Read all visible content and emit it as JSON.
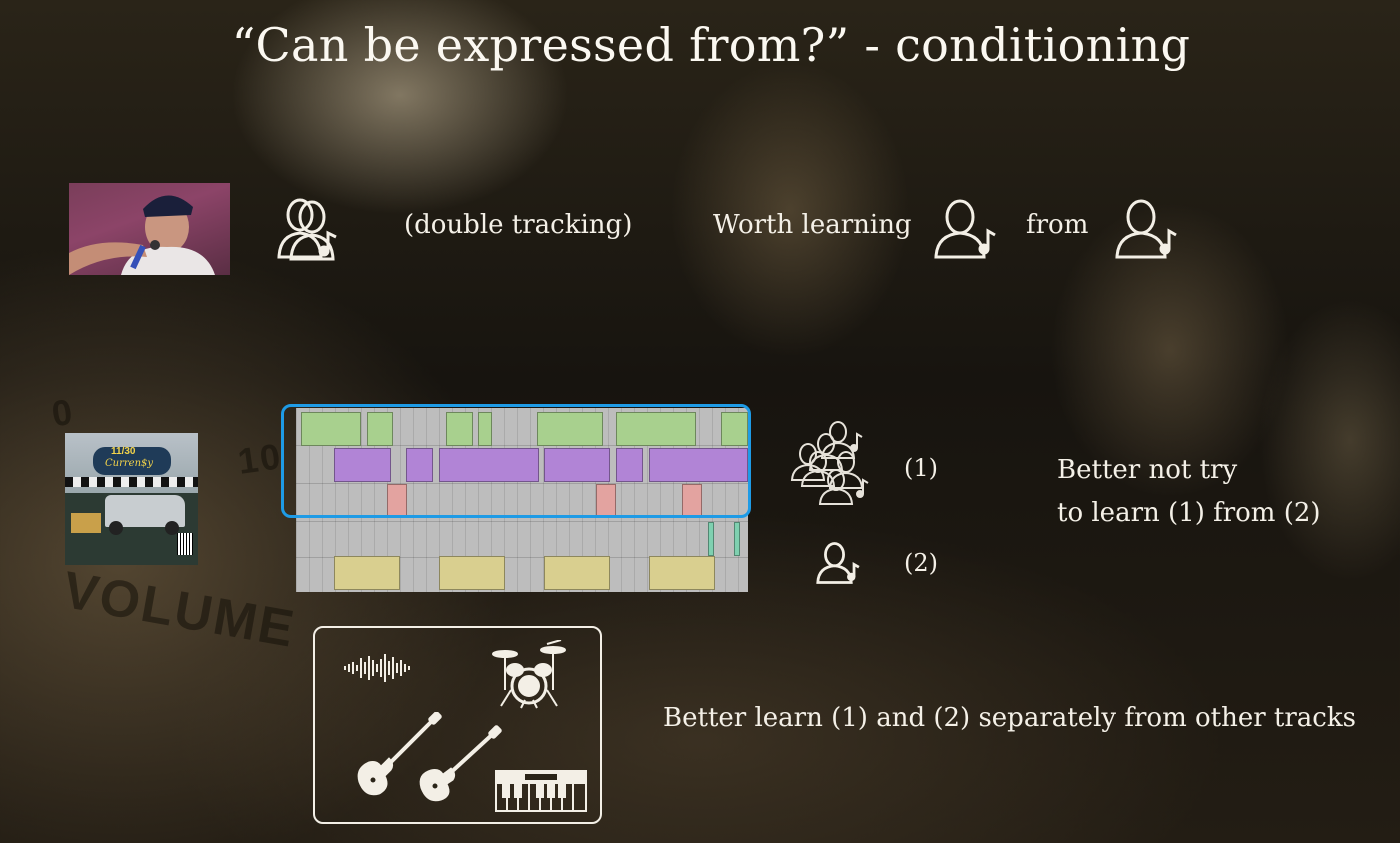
{
  "title": "“Can be expressed from?” - conditioning",
  "background": {
    "dial_numbers": [
      "0",
      "10"
    ],
    "dial_word": "VOLUME"
  },
  "row1": {
    "double_tracking_label": "(double tracking)",
    "worth_learning_label": "Worth learning",
    "from_label": "from"
  },
  "row2": {
    "label_1": "(1)",
    "label_2": "(2)",
    "note_line1": "Better not try",
    "note_line2": "to learn (1) from (2)"
  },
  "row3": {
    "note": "Better learn (1) and (2) separately from other tracks"
  },
  "album": {
    "number": "11/30",
    "artist": "Curren$y"
  },
  "icons": {
    "singer": "singer-note-icon",
    "double_singer": "double-singer-icon",
    "crowd": "singer-crowd-icon",
    "waveform": "waveform-icon",
    "drums": "drum-kit-icon",
    "bass": "bass-guitar-icon",
    "guitar": "electric-guitar-icon",
    "keyboard": "keyboard-icon"
  },
  "colors": {
    "highlight": "#1e9be6",
    "lead_vocals": "#a8d08e",
    "backing_vocals": "#b184d6",
    "adlibs": "#e3a3a0",
    "hook": "#d9cf8f"
  }
}
